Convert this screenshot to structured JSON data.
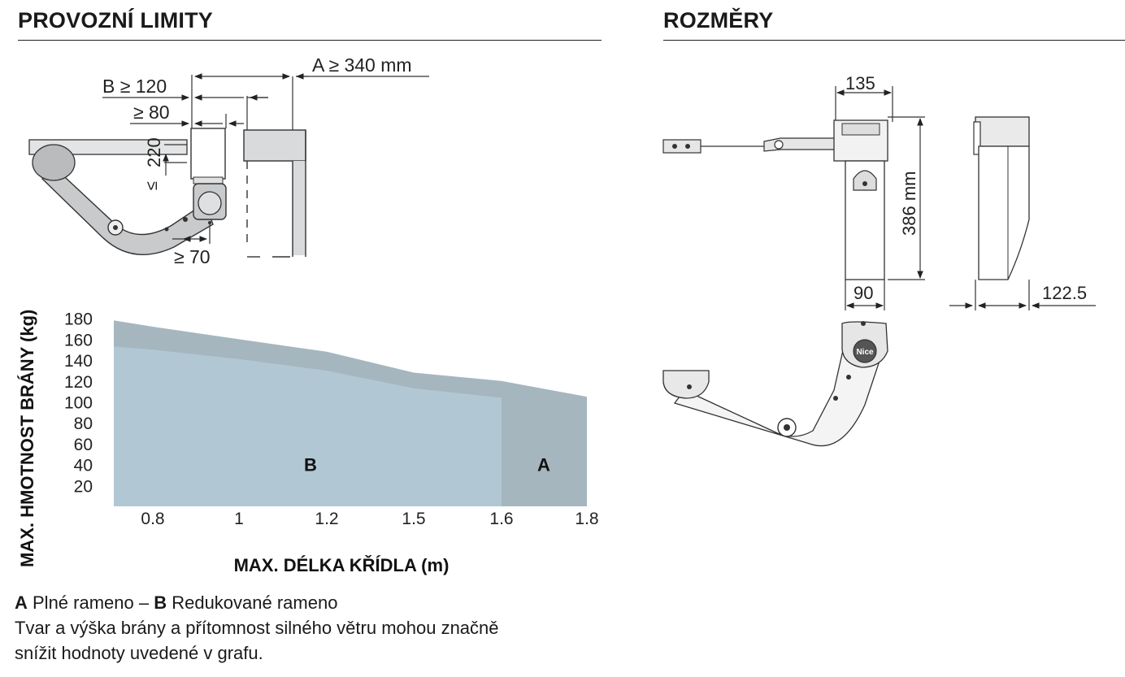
{
  "sections": {
    "left_title": "PROVOZNÍ LIMITY",
    "right_title": "ROZMĚRY"
  },
  "install_diagram": {
    "dim_a": "A ≥ 340 mm",
    "dim_b": "B ≥ 120",
    "dim_80": "≥ 80",
    "dim_220": "220",
    "dim_le": "≤",
    "dim_70": "≥ 70"
  },
  "dimensions": {
    "width_top": "135",
    "height": "386 mm",
    "width_bottom": "90",
    "depth": "122.5",
    "logo": "Nice"
  },
  "chart_data": {
    "type": "area",
    "ylabel": "MAX.   HMOTNOST BRÁNY (kg)",
    "xlabel": "MAX. DÉLKA KŘÍDLA (m)",
    "y_ticks": [
      "180",
      "160",
      "140",
      "120",
      "100",
      "80",
      "60",
      "40",
      "20"
    ],
    "x_ticks": [
      "0.8",
      "1",
      "1.2",
      "1.5",
      "1.6",
      "1.8"
    ],
    "ylim": [
      0,
      190
    ],
    "x_categories": [
      0.8,
      1,
      1.2,
      1.5,
      1.6,
      1.8
    ],
    "series": [
      {
        "name": "A",
        "color": "#a5b6bf",
        "points": [
          [
            0.7,
            178
          ],
          [
            0.8,
            172
          ],
          [
            1.0,
            160
          ],
          [
            1.2,
            148
          ],
          [
            1.5,
            128
          ],
          [
            1.6,
            120
          ],
          [
            1.8,
            105
          ]
        ]
      },
      {
        "name": "B",
        "color": "#b1c7d3",
        "points": [
          [
            0.7,
            153
          ],
          [
            0.8,
            150
          ],
          [
            1.0,
            141
          ],
          [
            1.2,
            130
          ],
          [
            1.5,
            113
          ],
          [
            1.6,
            104
          ]
        ]
      }
    ]
  },
  "legend": {
    "a_letter": "A",
    "a_text": " Plné rameno – ",
    "b_letter": "B",
    "b_text": " Redukované rameno",
    "note_line1": "Tvar a výška brány a přítomnost silného větru mohou značně",
    "note_line2": "snížit hodnoty uvedené v grafu."
  }
}
